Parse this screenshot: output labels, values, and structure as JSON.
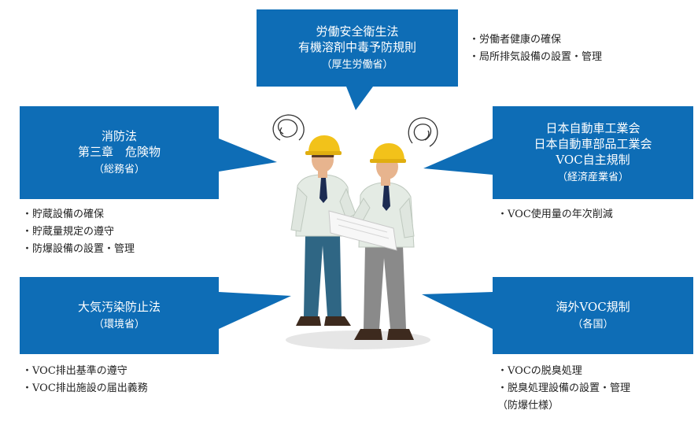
{
  "boxes": {
    "top": {
      "lines": [
        "労働安全衛生法",
        "有機溶剤中毒予防規則"
      ],
      "sub": "（厚生労働省）"
    },
    "left_top": {
      "lines": [
        "消防法",
        "第三章　危険物"
      ],
      "sub": "（総務省）"
    },
    "right_top": {
      "lines": [
        "日本自動車工業会",
        "日本自動車部品工業会",
        "VOC自主規制"
      ],
      "sub": "（経済産業省）"
    },
    "left_bottom": {
      "lines": [
        "大気汚染防止法"
      ],
      "sub": "（環境省）"
    },
    "right_bottom": {
      "lines": [
        "海外VOC規制"
      ],
      "sub": "（各国）"
    }
  },
  "lists": {
    "top": [
      "・労働者健康の確保",
      "・局所排気設備の設置・管理"
    ],
    "left_top": [
      "・貯蔵設備の確保",
      "・貯蔵量規定の遵守",
      "・防爆設備の設置・管理"
    ],
    "right_top": [
      "・VOC使用量の年次削減"
    ],
    "left_bottom": [
      "・VOC排出基準の遵守",
      "・VOC排出施設の届出義務"
    ],
    "right_bottom": [
      "・VOCの脱臭処理",
      "・脱臭処理設備の設置・管理",
      "（防爆仕様）"
    ]
  },
  "colors": {
    "box": "#0e6db6",
    "helmet": "#f2c21a",
    "uniform": "#e4ebe4",
    "pants_left": "#2f6684",
    "pants_right": "#8a8a8a"
  }
}
